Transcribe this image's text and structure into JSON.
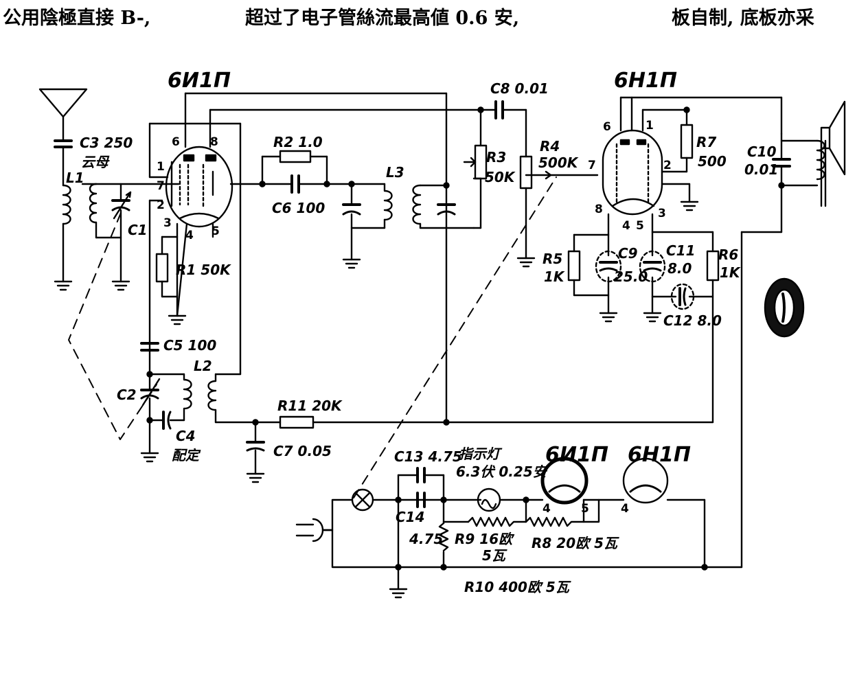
{
  "header": {
    "col1": "公用陰極直接 B-,",
    "col2": "超过了电子管絲流最高値 0.6 安,",
    "col3": "板自制, 底板亦采"
  },
  "tubes": {
    "t1": "6И1П",
    "t2": "6Н1П",
    "t1_heater": "6И1П",
    "t2_heater": "6Н1П"
  },
  "labels": {
    "c3": "C3 250",
    "c3_sub": "云母",
    "l1": "L1",
    "c1": "C1",
    "r1": "R1 50K",
    "r2": "R2 1.0",
    "c6": "C6 100",
    "l3": "L3",
    "c8": "C8 0.01",
    "r3": "R3",
    "r3_val": "50K",
    "r4": "R4",
    "r4_val": "500K",
    "r5": "R5",
    "r5_val": "1K",
    "c9": "C9",
    "c9_val": "25.0",
    "c11": "C11",
    "c11_val": "8.0",
    "r6": "R6",
    "r6_val": "1K",
    "r7": "R7",
    "r7_val": "500",
    "c10": "C10",
    "c10_val": "0.01",
    "c12": "C12 8.0",
    "c5": "C5 100",
    "l2": "L2",
    "c2": "C2",
    "c4": "C4",
    "c4_sub": "配定",
    "r11": "R11 20K",
    "c7": "C7 0.05",
    "c13": "C13 4.75",
    "c14": "C14",
    "c14_val": "4.75",
    "lamp": "指示灯",
    "lamp_spec": "6.3伏 0.25安",
    "r9": "R9 16欧",
    "r9_sub": "5瓦",
    "r8": "R8 20欧 5瓦",
    "r10": "R10 400欧 5瓦"
  },
  "pins": {
    "t1": [
      "6",
      "8",
      "1",
      "7",
      "2",
      "3",
      "4",
      "5"
    ],
    "t2": [
      "6",
      "1",
      "7",
      "2",
      "8",
      "4",
      "5",
      "3"
    ],
    "h1": [
      "4",
      "5"
    ],
    "h2": [
      "4"
    ]
  }
}
